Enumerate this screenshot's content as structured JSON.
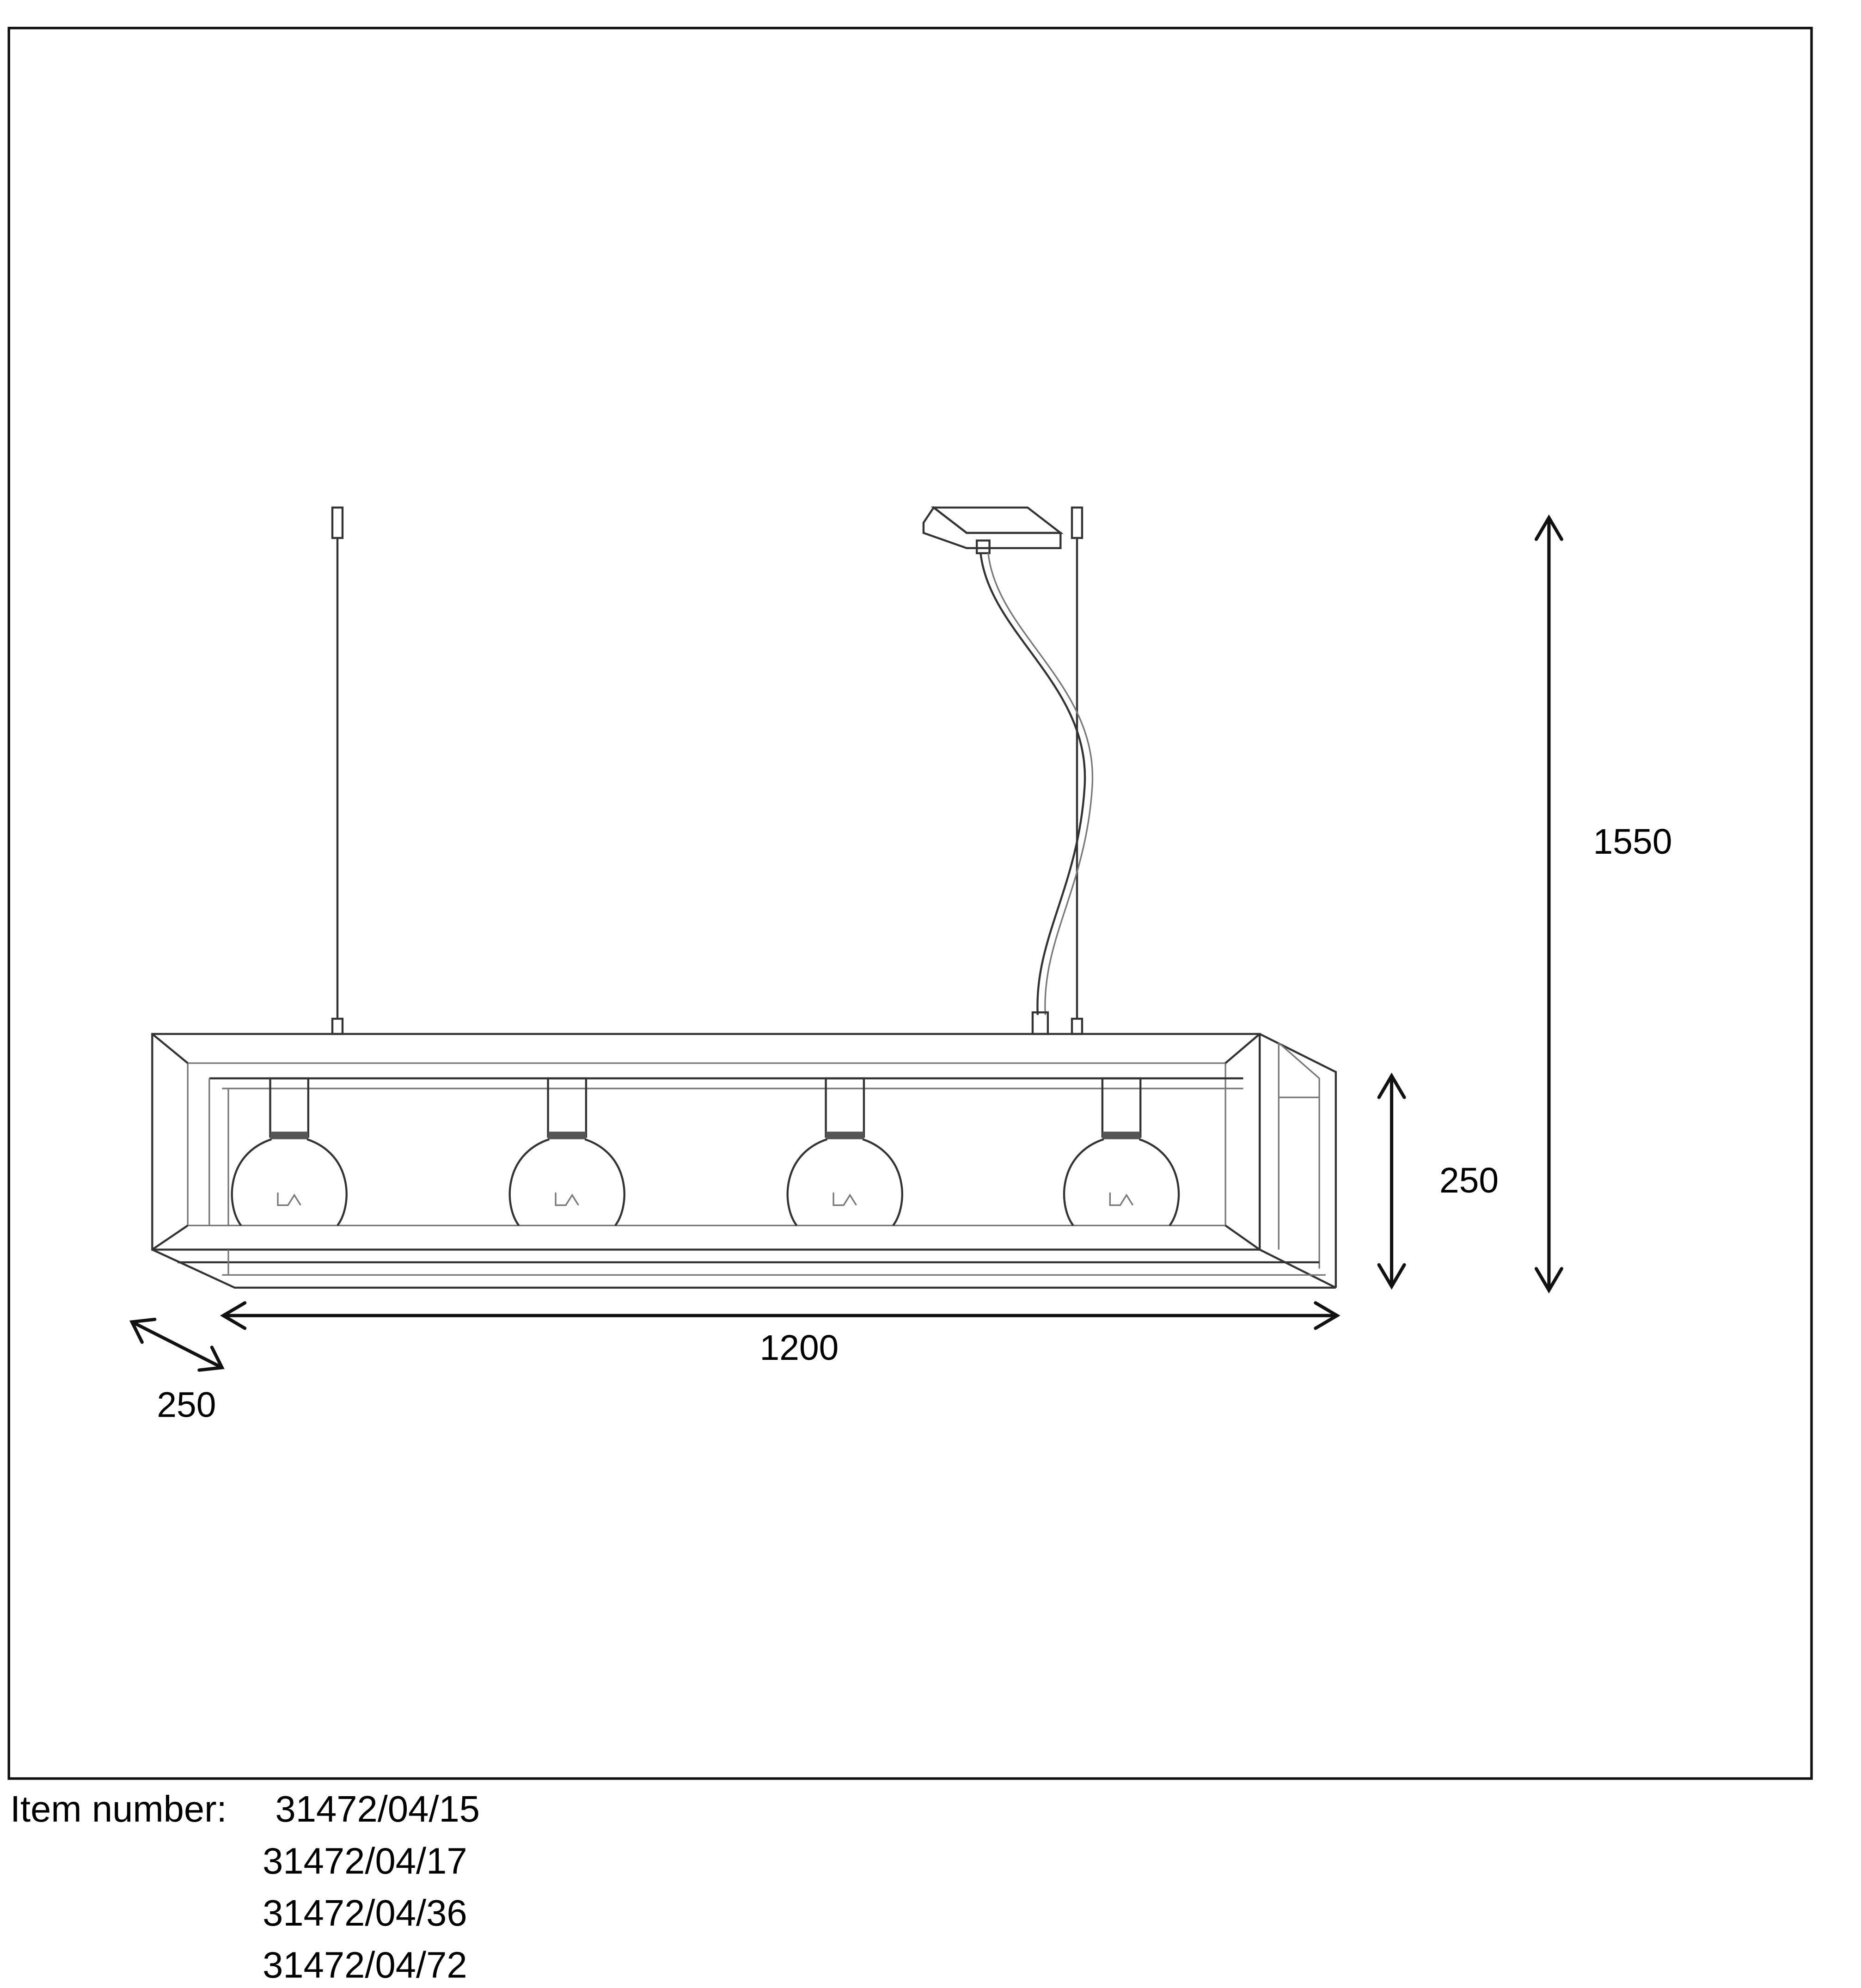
{
  "dimensions": {
    "height_total": "1550",
    "height_fixture": "250",
    "width": "1200",
    "depth": "250"
  },
  "item_numbers": {
    "label": "Item number:",
    "values": [
      "31472/04/15",
      "31472/04/17",
      "31472/04/36",
      "31472/04/72"
    ]
  },
  "colors": {
    "line": "#333333",
    "background": "#ffffff"
  }
}
